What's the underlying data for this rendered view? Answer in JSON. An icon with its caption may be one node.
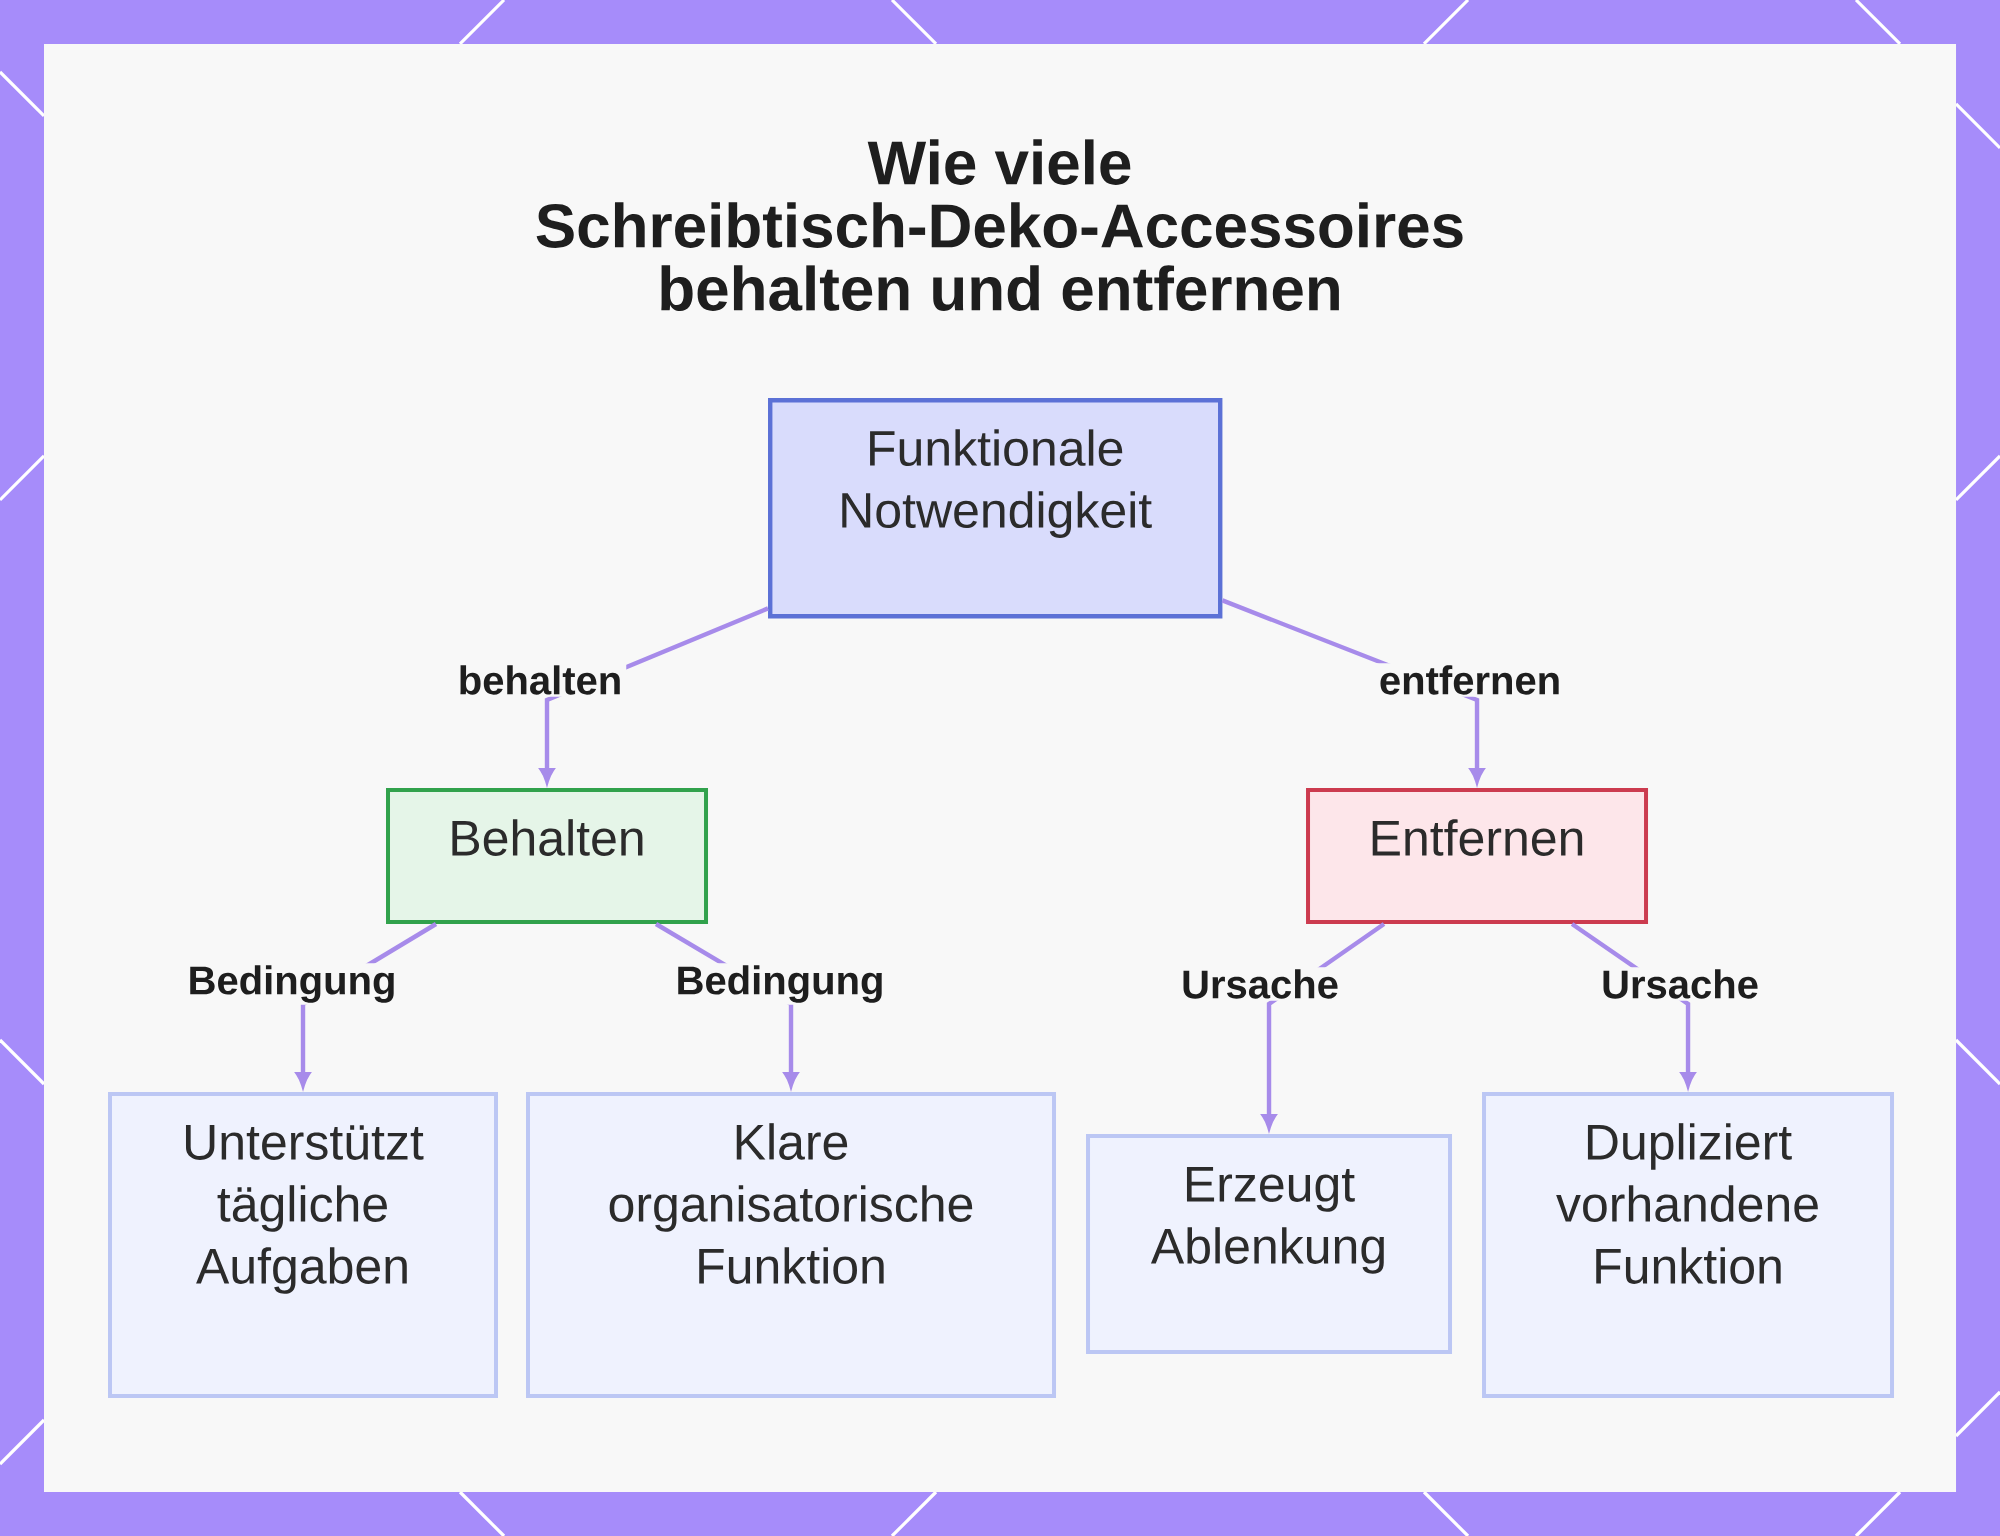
{
  "diagram": {
    "title": "Wie viele Schreibtisch-Deko-Accessoires behalten und entfernen",
    "nodes": [
      {
        "text": [
          "Funktionale Notwendigkeit"
        ]
      },
      {
        "text": [
          "Behalten"
        ]
      },
      {
        "text": [
          "Entfernen"
        ]
      },
      {
        "text": [
          "Unterstützt tägliche Aufgaben"
        ]
      },
      {
        "text": [
          "Klare organisatorische Funktion"
        ]
      },
      {
        "text": [
          "Erzeugt Ablenkung"
        ]
      },
      {
        "text": [
          "Dupliziert vorhandene Funktion"
        ]
      }
    ],
    "edges": [
      {
        "from": 0,
        "to": 1,
        "arrow": "to",
        "label": "behalten"
      },
      {
        "from": 0,
        "to": 2,
        "arrow": "to",
        "label": "entfernen"
      },
      {
        "from": 1,
        "to": 3,
        "arrow": "to",
        "label": "Bedingung"
      },
      {
        "from": 1,
        "to": 4,
        "arrow": "to",
        "label": "Bedingung"
      },
      {
        "from": 2,
        "to": 5,
        "arrow": "to",
        "label": "Ursache"
      },
      {
        "from": 2,
        "to": 6,
        "arrow": "to",
        "label": "Ursache"
      }
    ]
  }
}
